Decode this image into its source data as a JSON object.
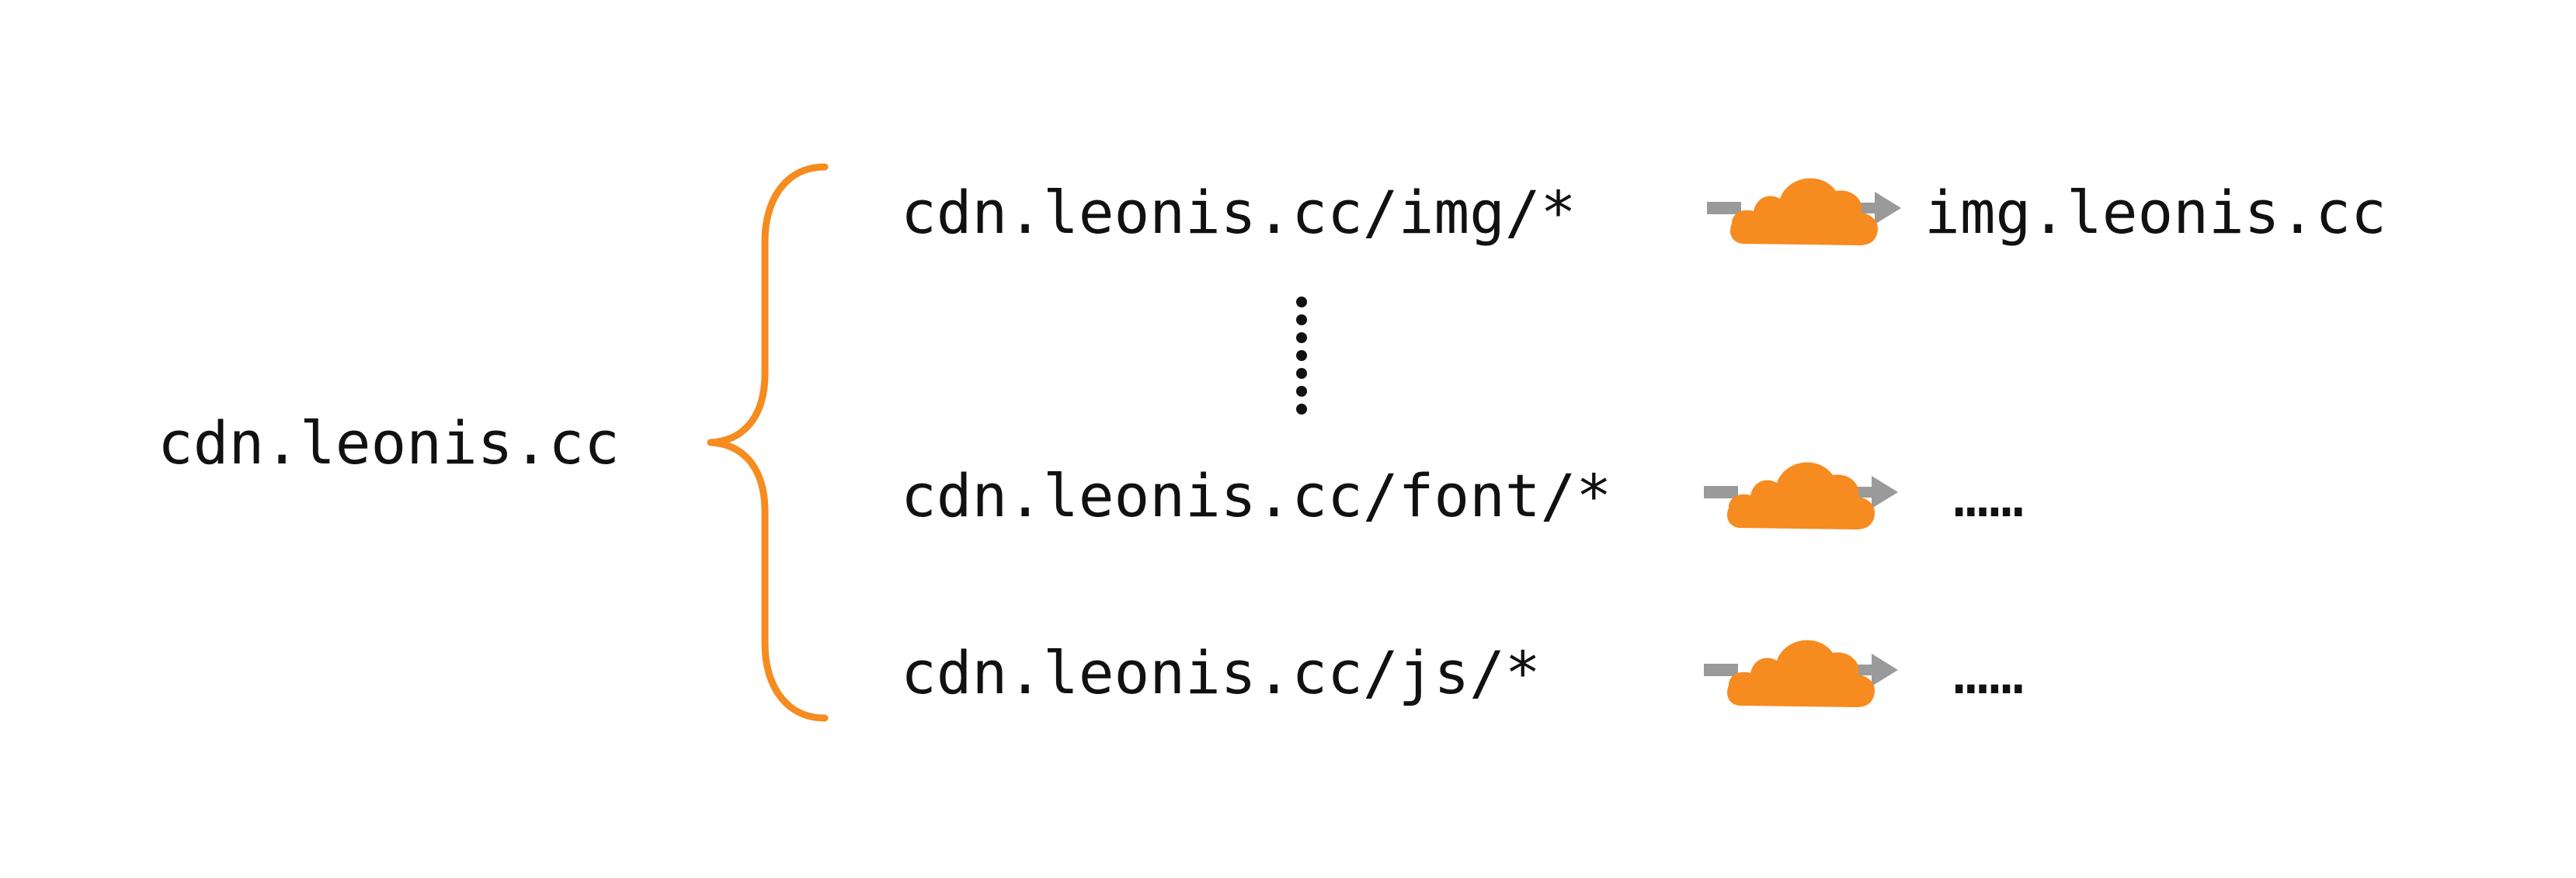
{
  "root": {
    "domain": "cdn.leonis.cc"
  },
  "routes": [
    {
      "path": "cdn.leonis.cc/img/*",
      "target": "img.leonis.cc"
    },
    {
      "path": "cdn.leonis.cc/font/*",
      "target": "……"
    },
    {
      "path": "cdn.leonis.cc/js/*",
      "target": "……"
    }
  ],
  "icons": {
    "proxy": "cloud-icon",
    "flow": "arrow-right-icon",
    "ellipsis": "vertical-dots-icon"
  },
  "colors": {
    "accent": "#F68B1F",
    "arrow": "#9A9A9A",
    "text": "#111111"
  }
}
